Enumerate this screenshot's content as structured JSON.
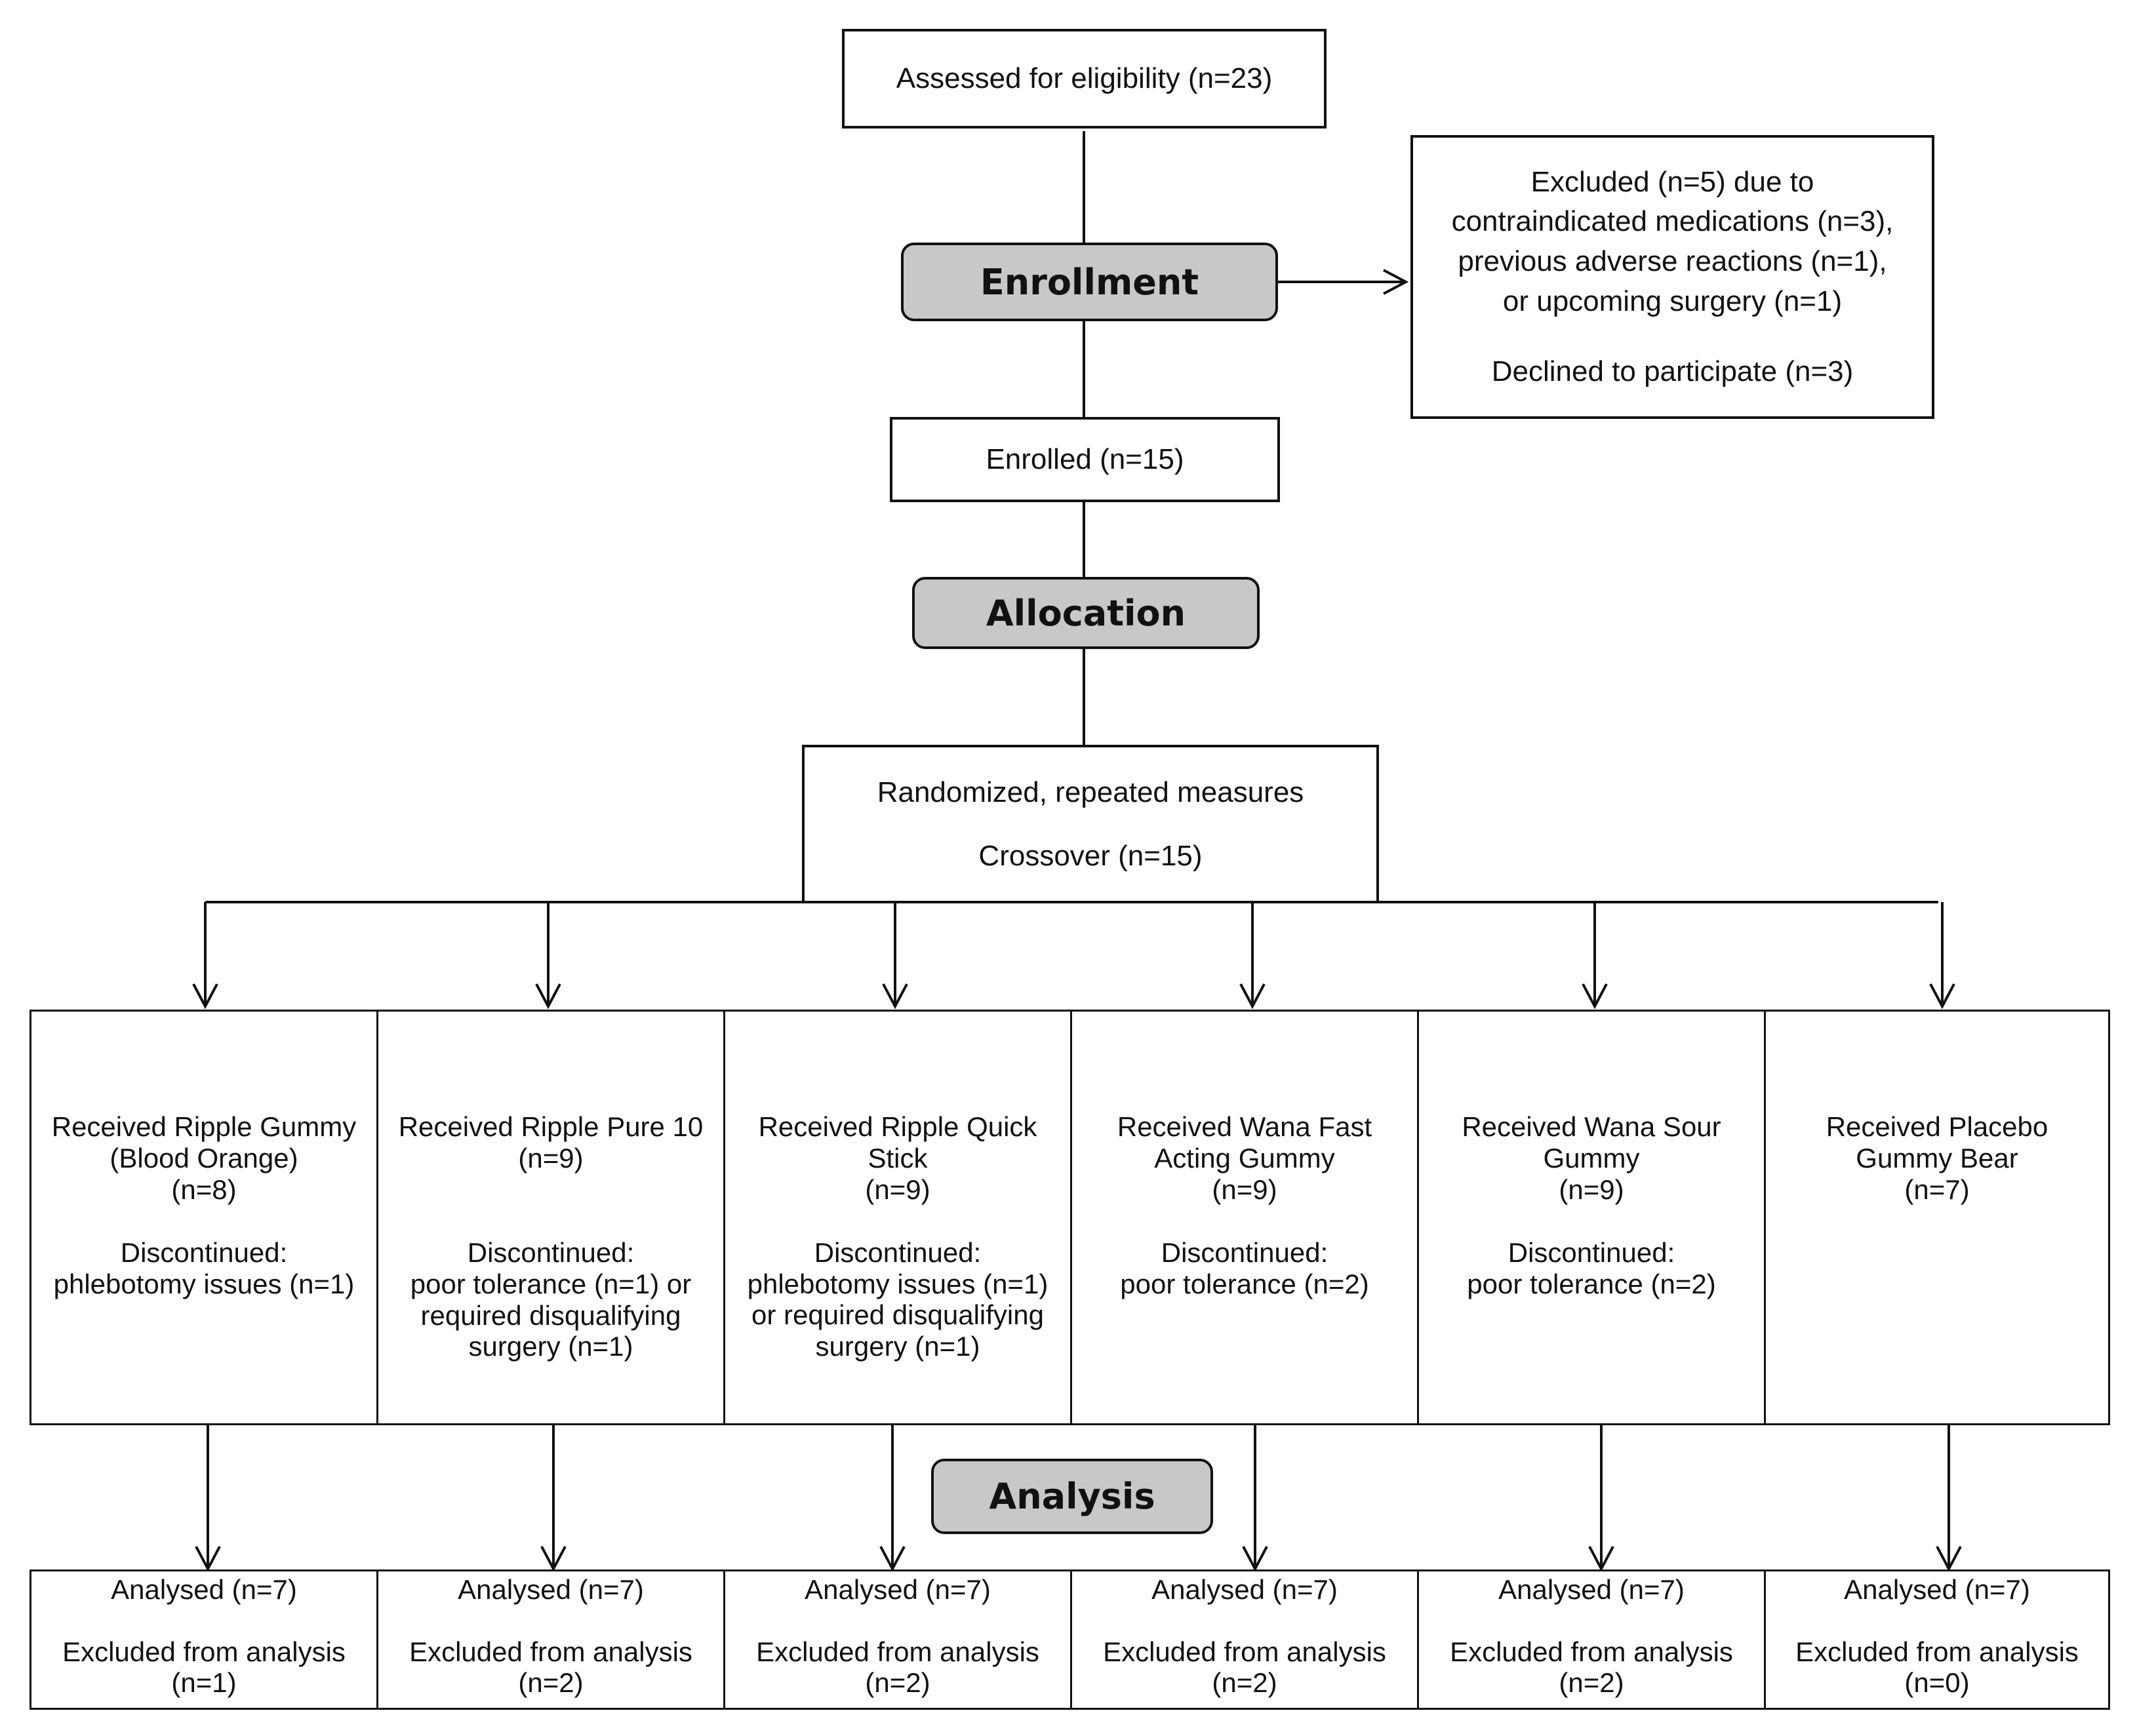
{
  "assessed": "Assessed for eligibility (n=23)",
  "phases": {
    "enrollment": "Enrollment",
    "allocation": "Allocation",
    "analysis": "Analysis"
  },
  "excluded": {
    "lines": [
      "Excluded (n=5) due to",
      "contraindicated medications (n=3),",
      "previous adverse reactions (n=1),",
      "or upcoming surgery (n=1)"
    ],
    "declined": "Declined to participate (n=3)"
  },
  "enrolled": "Enrolled (n=15)",
  "randomized": {
    "line1": "Randomized, repeated measures",
    "line2": "Crossover (n=15)"
  },
  "arms": [
    {
      "received": [
        "Received Ripple Gummy",
        "(Blood Orange)",
        "(n=8)"
      ],
      "discontinued": [
        "Discontinued:",
        "phlebotomy issues (n=1)"
      ],
      "analysed": "Analysed (n=7)",
      "excluded_label": "Excluded from analysis",
      "excluded_n": "(n=1)"
    },
    {
      "received": [
        "Received Ripple Pure 10",
        "(n=9)"
      ],
      "discontinued": [
        "Discontinued:",
        "poor tolerance (n=1) or",
        "required disqualifying",
        "surgery (n=1)"
      ],
      "analysed": "Analysed (n=7)",
      "excluded_label": "Excluded from analysis",
      "excluded_n": "(n=2)"
    },
    {
      "received": [
        "Received Ripple Quick",
        "Stick",
        "(n=9)"
      ],
      "discontinued": [
        "Discontinued:",
        "phlebotomy issues (n=1)",
        "or required disqualifying",
        "surgery (n=1)"
      ],
      "analysed": "Analysed (n=7)",
      "excluded_label": "Excluded from analysis",
      "excluded_n": "(n=2)"
    },
    {
      "received": [
        "Received Wana Fast",
        "Acting Gummy",
        "(n=9)"
      ],
      "discontinued": [
        "Discontinued:",
        "poor tolerance (n=2)"
      ],
      "analysed": "Analysed (n=7)",
      "excluded_label": "Excluded from analysis",
      "excluded_n": "(n=2)"
    },
    {
      "received": [
        "Received Wana Sour",
        "Gummy",
        "(n=9)"
      ],
      "discontinued": [
        "Discontinued:",
        "poor tolerance (n=2)"
      ],
      "analysed": "Analysed (n=7)",
      "excluded_label": "Excluded from analysis",
      "excluded_n": "(n=2)"
    },
    {
      "received": [
        "Received Placebo",
        "Gummy Bear",
        "(n=7)"
      ],
      "discontinued": [],
      "analysed": "Analysed (n=7)",
      "excluded_label": "Excluded from analysis",
      "excluded_n": "(n=0)"
    }
  ]
}
